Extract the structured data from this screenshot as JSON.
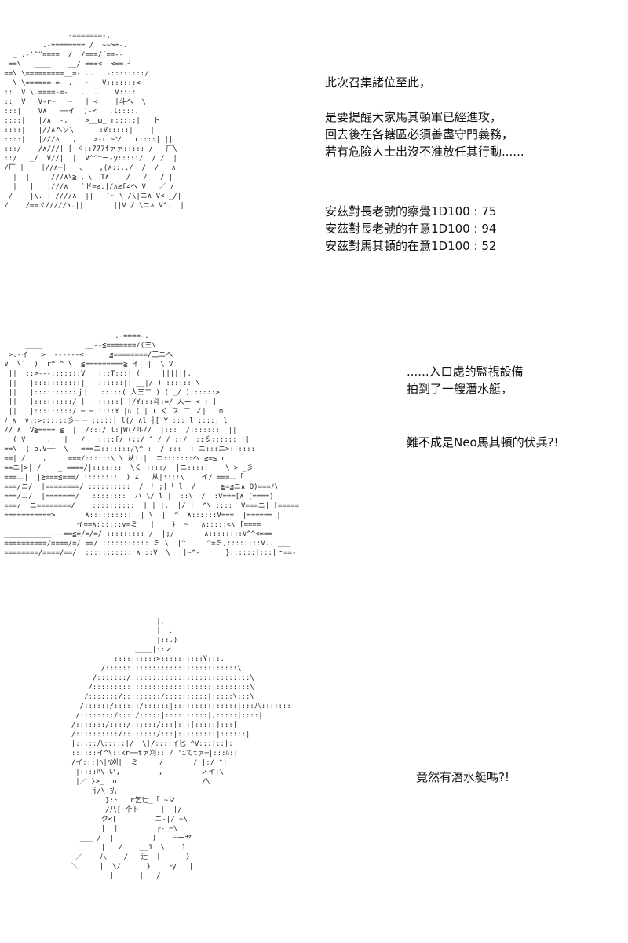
{
  "panels": [
    {
      "lines_a": [
        "此次召集諸位至此，",
        "",
        "是要提醒大家馬其頓軍已經進攻，",
        "回去後在各轄區必須善盡守門義務，",
        "若有危險人士出沒不准放任其行動......"
      ],
      "lines_b": [
        "安茲對長老號的察覺1D100 : 75",
        "安茲對長老號的在意1D100 : 94",
        "安茲對馬其頓的在意1D100 : 52"
      ]
    },
    {
      "lines_a": [
        "......入口處的監視設備",
        "拍到了一艘潛水艇，"
      ],
      "lines_b": [
        "難不成是Neo馬其頓的伏兵?!"
      ]
    },
    {
      "lines_a": [
        "竟然有潛水艇嗎?!"
      ]
    }
  ]
}
